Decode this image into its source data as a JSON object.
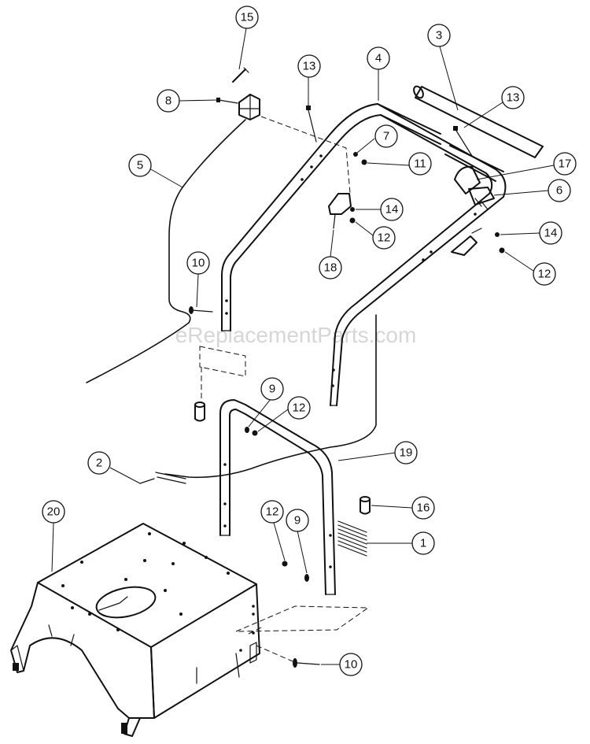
{
  "watermark": "eReplacementParts.com",
  "callouts": [
    {
      "id": "c15",
      "label": "15",
      "part": "part-15"
    },
    {
      "id": "c8",
      "label": "8",
      "part": "part-8"
    },
    {
      "id": "c13a",
      "label": "13",
      "part": "part-13"
    },
    {
      "id": "c4",
      "label": "4",
      "part": "part-4"
    },
    {
      "id": "c3",
      "label": "3",
      "part": "part-3"
    },
    {
      "id": "c13b",
      "label": "13",
      "part": "part-13"
    },
    {
      "id": "c5",
      "label": "5",
      "part": "part-5"
    },
    {
      "id": "c7",
      "label": "7",
      "part": "part-7"
    },
    {
      "id": "c11",
      "label": "11",
      "part": "part-11"
    },
    {
      "id": "c17",
      "label": "17",
      "part": "part-17"
    },
    {
      "id": "c6",
      "label": "6",
      "part": "part-6"
    },
    {
      "id": "c14a",
      "label": "14",
      "part": "part-14"
    },
    {
      "id": "c14b",
      "label": "14",
      "part": "part-14"
    },
    {
      "id": "c12a",
      "label": "12",
      "part": "part-12"
    },
    {
      "id": "c12b",
      "label": "12",
      "part": "part-12"
    },
    {
      "id": "c18",
      "label": "18",
      "part": "part-18"
    },
    {
      "id": "c10a",
      "label": "10",
      "part": "part-10"
    },
    {
      "id": "c9a",
      "label": "9",
      "part": "part-9"
    },
    {
      "id": "c12c",
      "label": "12",
      "part": "part-12"
    },
    {
      "id": "c19",
      "label": "19",
      "part": "part-19"
    },
    {
      "id": "c2",
      "label": "2",
      "part": "part-2"
    },
    {
      "id": "c16",
      "label": "16",
      "part": "part-16"
    },
    {
      "id": "c20",
      "label": "20",
      "part": "part-20"
    },
    {
      "id": "c12d",
      "label": "12",
      "part": "part-12"
    },
    {
      "id": "c9b",
      "label": "9",
      "part": "part-9"
    },
    {
      "id": "c1",
      "label": "1",
      "part": "part-1"
    },
    {
      "id": "c10b",
      "label": "10",
      "part": "part-10"
    }
  ]
}
